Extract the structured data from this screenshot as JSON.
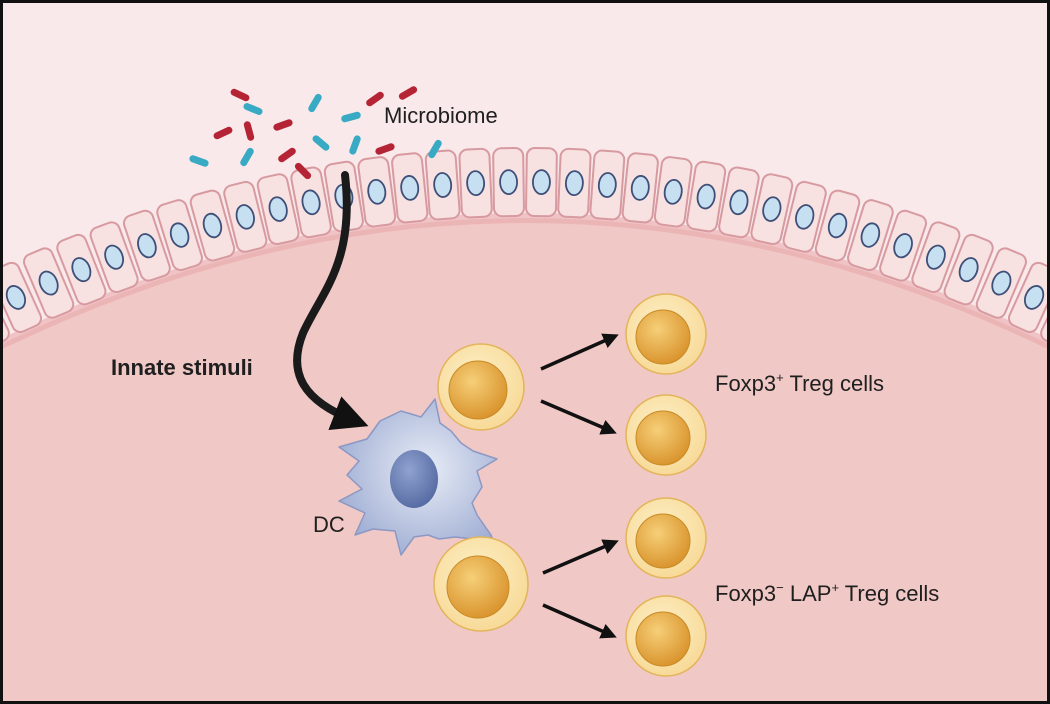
{
  "labels": {
    "microbiome": "Microbiome",
    "innate_stimuli": "Innate stimuli",
    "dc": "DC",
    "treg_top": {
      "base": "Foxp3",
      "sup": "+",
      "rest": " Treg cells"
    },
    "treg_bottom": {
      "base": "Foxp3",
      "sup1": "−",
      "mid": " LAP",
      "sup2": "+",
      "rest": " Treg cells"
    }
  },
  "colors": {
    "lumen": "#f9e9ea",
    "lamina": "#f0c8c5",
    "bacteria_red": "#b52435",
    "bacteria_blue": "#38aac4",
    "epithelial_fill": "#f8e1e1",
    "epithelial_nucleus": "#c6dff1",
    "dc": "#b6c0dc",
    "dc_nucleus": "#6e83b7",
    "tcell_outer": "#fbe4a8",
    "tcell_inner": "#e5a537",
    "arrow": "#111111"
  },
  "icons": [
    "bacterium-icon",
    "epithelial-cell-icon",
    "dendritic-cell-icon",
    "t-cell-icon",
    "arrow-icon"
  ]
}
